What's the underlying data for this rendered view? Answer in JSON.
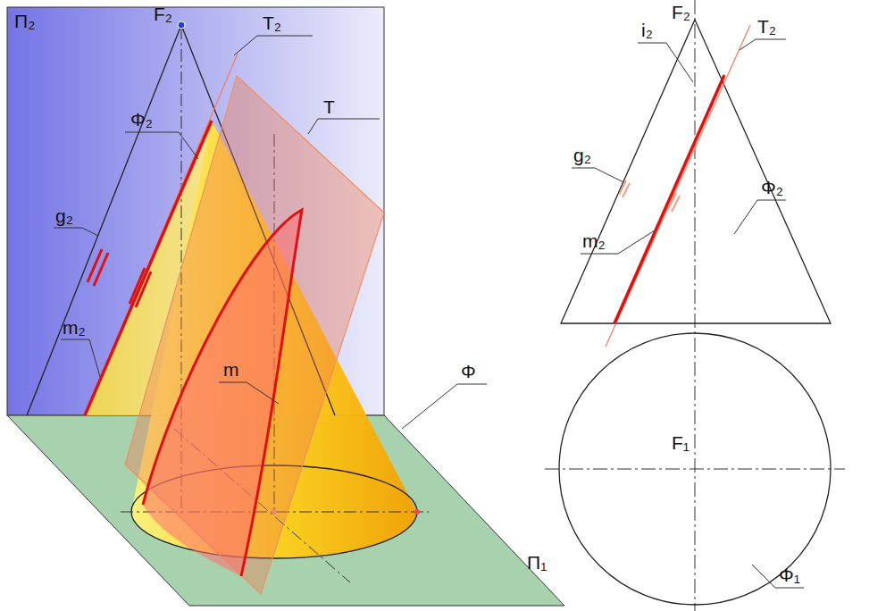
{
  "diagram": {
    "labels": [
      "Π₂",
      "F₂",
      "T₂",
      "Φ₂",
      "T",
      "g₂",
      "m₂",
      "m",
      "Φ",
      "Π₁",
      "F₂",
      "i₂",
      "T₂",
      "g₂",
      "Φ₂",
      "m₂",
      "F₁",
      "Φ₁"
    ]
  }
}
